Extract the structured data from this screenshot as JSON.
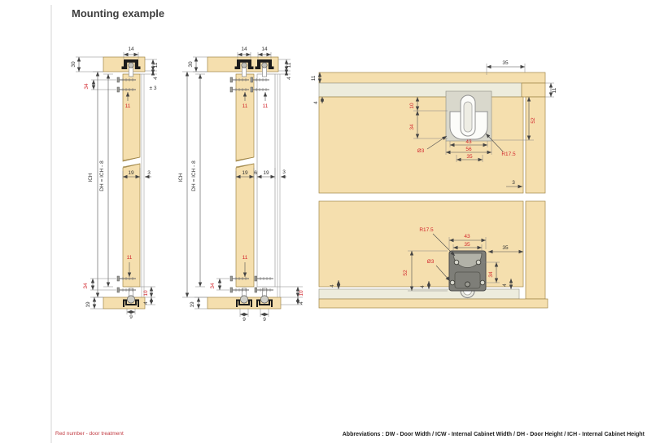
{
  "title": "Mounting example",
  "footer": {
    "note": "Red number - door treatment",
    "abbr": "Abbreviations : DW - Door Width / ICW - Internal Cabinet Width / DH - Door Height / ICH - Internal Cabinet Height"
  },
  "p1": {
    "track_w": "14",
    "top_thk": "30",
    "track_h": "11",
    "top_gap": "4",
    "tol": "± 3",
    "screw_span_top": "34",
    "drill_top": "11",
    "ich": "ICH",
    "dh": "DH = ICH - 8",
    "door_thk": "19",
    "side_gap": "3",
    "drill_bot": "11",
    "screw_span_bot": "34",
    "bot_clear": "10",
    "bot_gap": "4",
    "bot_thk": "19",
    "roller_w": "9"
  },
  "p2": {
    "track_w1": "14",
    "track_w2": "14",
    "top_thk": "30",
    "track_h": "11",
    "top_gap": "4",
    "drill1": "11",
    "drill2": "11",
    "ich": "ICH",
    "dh": "DH = ICH - 8",
    "door1_thk": "19",
    "between": "6",
    "door2_thk": "19",
    "side_gap": "3",
    "drill_bot": "11",
    "screw_span_bot": "34",
    "bot_clear": "10",
    "bot_gap": "4",
    "bot_thk": "19",
    "roller_w1": "9",
    "roller_w2": "9"
  },
  "p3": {
    "side_d": "35",
    "end_h": "11",
    "rail_h": "11",
    "rail_gap": "4",
    "off1": "10",
    "off2": "34",
    "housing_h": "52",
    "hole_d": "Ø3",
    "w43": "43",
    "w56": "56",
    "w35": "35",
    "rad": "R17.5",
    "gap3": "3"
  },
  "p4": {
    "rad": "R17.5",
    "w43": "43",
    "w35": "35",
    "side_d": "35",
    "housing_h": "52",
    "hole_d": "Ø3",
    "hole_span": "34",
    "gap_l": "4",
    "gap_m": "4",
    "gap_r": "4"
  },
  "colors": {
    "wood": "#f5dfae",
    "red": "#d2262c",
    "rail": "#edecdd",
    "bracket": "#7e7e78"
  }
}
